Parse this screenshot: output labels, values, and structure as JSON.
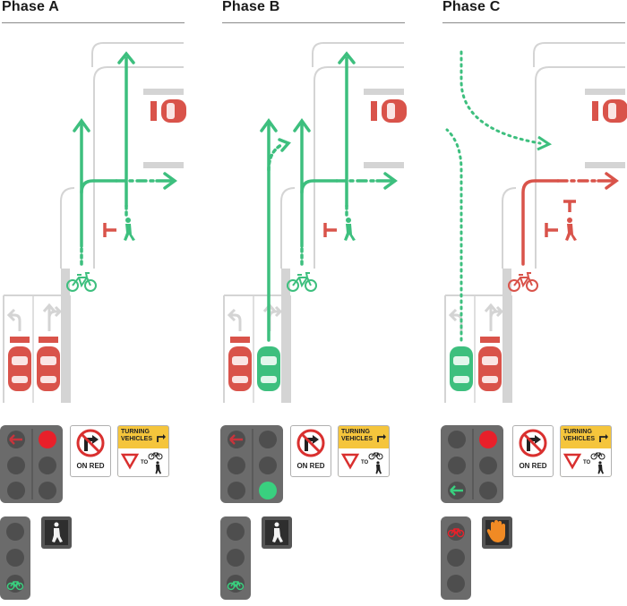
{
  "phases": [
    {
      "title": "Phase A"
    },
    {
      "title": "Phase B"
    },
    {
      "title": "Phase C"
    }
  ],
  "signs": {
    "no_turn_on_red": "ON RED",
    "turning_vehicles_line1": "TURNING",
    "turning_vehicles_line2": "VEHICLES",
    "yield_to": "TO"
  },
  "colors": {
    "green": "#3dbf7e",
    "red": "#d9534a",
    "road_grey": "#cfcfcf",
    "signal_housing": "#6b6b6b",
    "signal_off": "#4e4e4e",
    "red_light": "#e8202a",
    "green_light": "#39d07f",
    "hand_orange": "#f08a24"
  }
}
